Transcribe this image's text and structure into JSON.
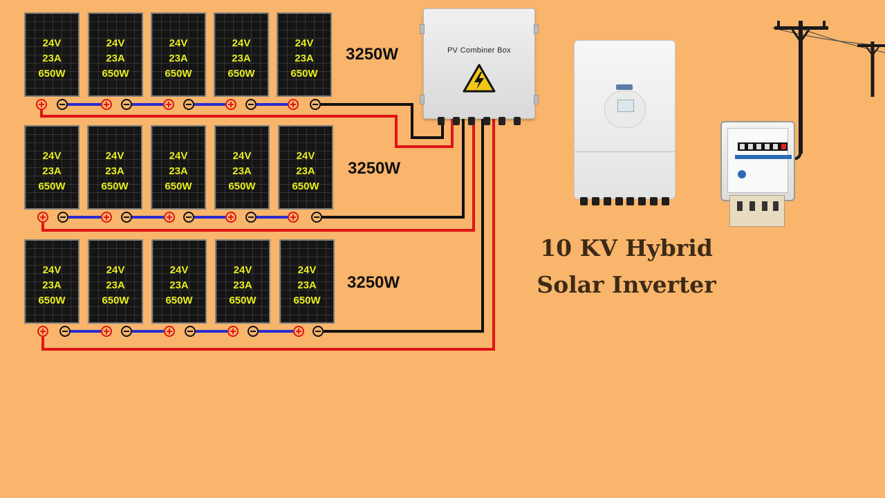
{
  "colors": {
    "background": "#f8b56b",
    "panel_text": "#e8ee1f",
    "positive_wire": "#e01515",
    "negative_wire": "#111111",
    "jumper_wire": "#2b2bd0",
    "title_text": "#3c2a16"
  },
  "panel": {
    "voltage": "24V",
    "current": "23A",
    "power": "650W"
  },
  "rows": [
    {
      "total": "3250W",
      "panels": 5
    },
    {
      "total": "3250W",
      "panels": 5
    },
    {
      "total": "3250W",
      "panels": 5
    }
  ],
  "combiner_box": {
    "label": "PV Combiner Box",
    "icon": "high-voltage-warning-icon"
  },
  "inverter": {
    "title_line1": "10 KV Hybrid",
    "title_line2": "Solar Inverter"
  },
  "meter": {
    "reading": "000002"
  },
  "icons": [
    "positive-terminal-icon",
    "negative-terminal-icon",
    "utility-pole-icon",
    "energy-meter-icon"
  ]
}
